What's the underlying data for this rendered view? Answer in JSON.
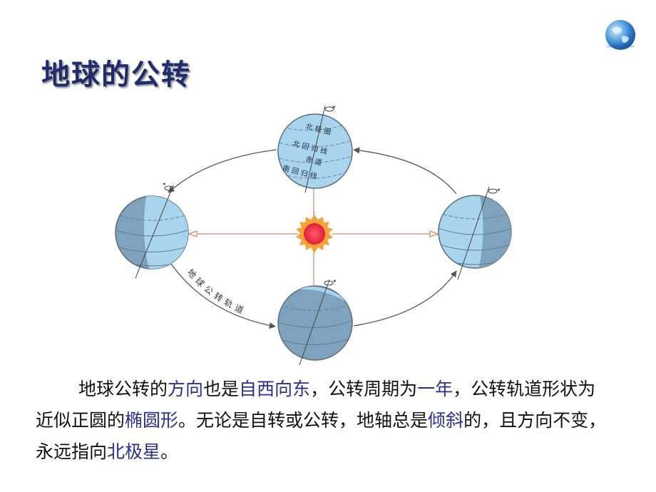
{
  "title": "地球的公转",
  "diagram": {
    "orbit_label": "地球公转轨道",
    "top_globe_labels": {
      "arctic_circle": "北 极 圈",
      "tropic_of_cancer": "北 回 归 线",
      "equator": "赤 道",
      "tropic_of_capricorn": "南 回 归 线"
    }
  },
  "paragraph": [
    {
      "text": "地球公转的",
      "hl": false
    },
    {
      "text": "方向",
      "hl": true
    },
    {
      "text": "也是",
      "hl": false
    },
    {
      "text": "自西向东",
      "hl": true
    },
    {
      "text": "，公转周期为",
      "hl": false
    },
    {
      "text": "一年",
      "hl": true
    },
    {
      "text": "，公转轨道形状为近似正圆的",
      "hl": false
    },
    {
      "text": "椭圆形",
      "hl": true
    },
    {
      "text": "。无论是自转或公转，地轴总是",
      "hl": false
    },
    {
      "text": "倾斜",
      "hl": true
    },
    {
      "text": "的，且方向不变，永远指向",
      "hl": false
    },
    {
      "text": "北极星",
      "hl": true
    },
    {
      "text": "。",
      "hl": false
    }
  ],
  "colors": {
    "title": "#1f2b6b",
    "highlight": "#2b2f8f",
    "sun": "#e8304a",
    "sun_rays": "#f5a23a",
    "globe_light": "#a9d4ee",
    "globe_dark": "#7fa3bd"
  }
}
